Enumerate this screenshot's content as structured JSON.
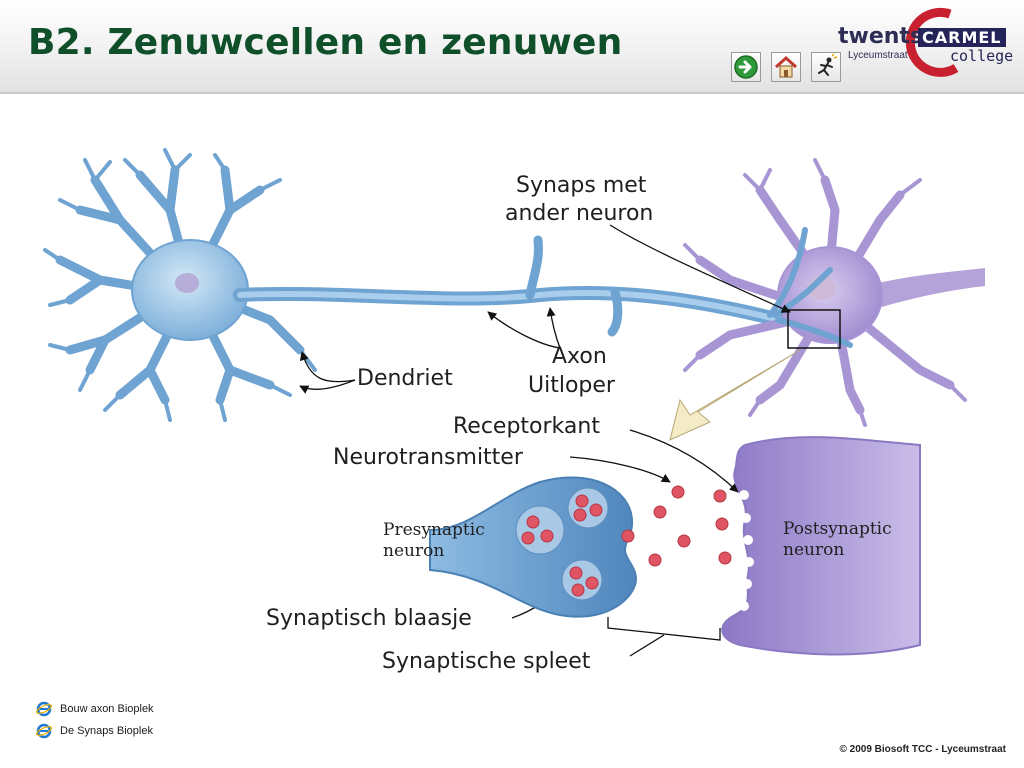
{
  "slide": {
    "title": "B2. Zenuwcellen en zenuwen"
  },
  "logo": {
    "word1": "twents",
    "word2": "CARMEL",
    "word3": "college",
    "sub": "Lyceumstraat"
  },
  "nav": [
    {
      "name": "next-button",
      "icon": "green-arrow-right-icon"
    },
    {
      "name": "home-button",
      "icon": "house-icon"
    },
    {
      "name": "exit-button",
      "icon": "running-figure-icon"
    }
  ],
  "diagram": {
    "labels": {
      "synaps_line1": "Synaps met",
      "synaps_line2": "ander neuron",
      "dendriet": "Dendriet",
      "axon": "Axon",
      "uitloper": "Uitloper",
      "receptorkant": "Receptorkant",
      "neurotransmitter": "Neurotransmitter",
      "presynaptic_line1": "Presynaptic",
      "presynaptic_line2": "neuron",
      "postsynaptic_line1": "Postsynaptic",
      "postsynaptic_line2": "neuron",
      "blaasje": "Synaptisch blaasje",
      "spleet": "Synaptische spleet"
    },
    "colors": {
      "neuron_blue": "#8fbde3",
      "neuron_blue_dark": "#5a8fbf",
      "neuron_purple": "#b4a3d9",
      "neuron_purple_dark": "#8f7cc3",
      "vesicle_red": "#e05563"
    }
  },
  "links": [
    {
      "text": "Bouw axon  Bioplek",
      "icon": "internet-explorer-icon"
    },
    {
      "text": "De Synaps Bioplek",
      "icon": "internet-explorer-icon"
    }
  ],
  "footer": {
    "copyright": "© 2009 Biosoft  TCC - Lyceumstraat"
  }
}
